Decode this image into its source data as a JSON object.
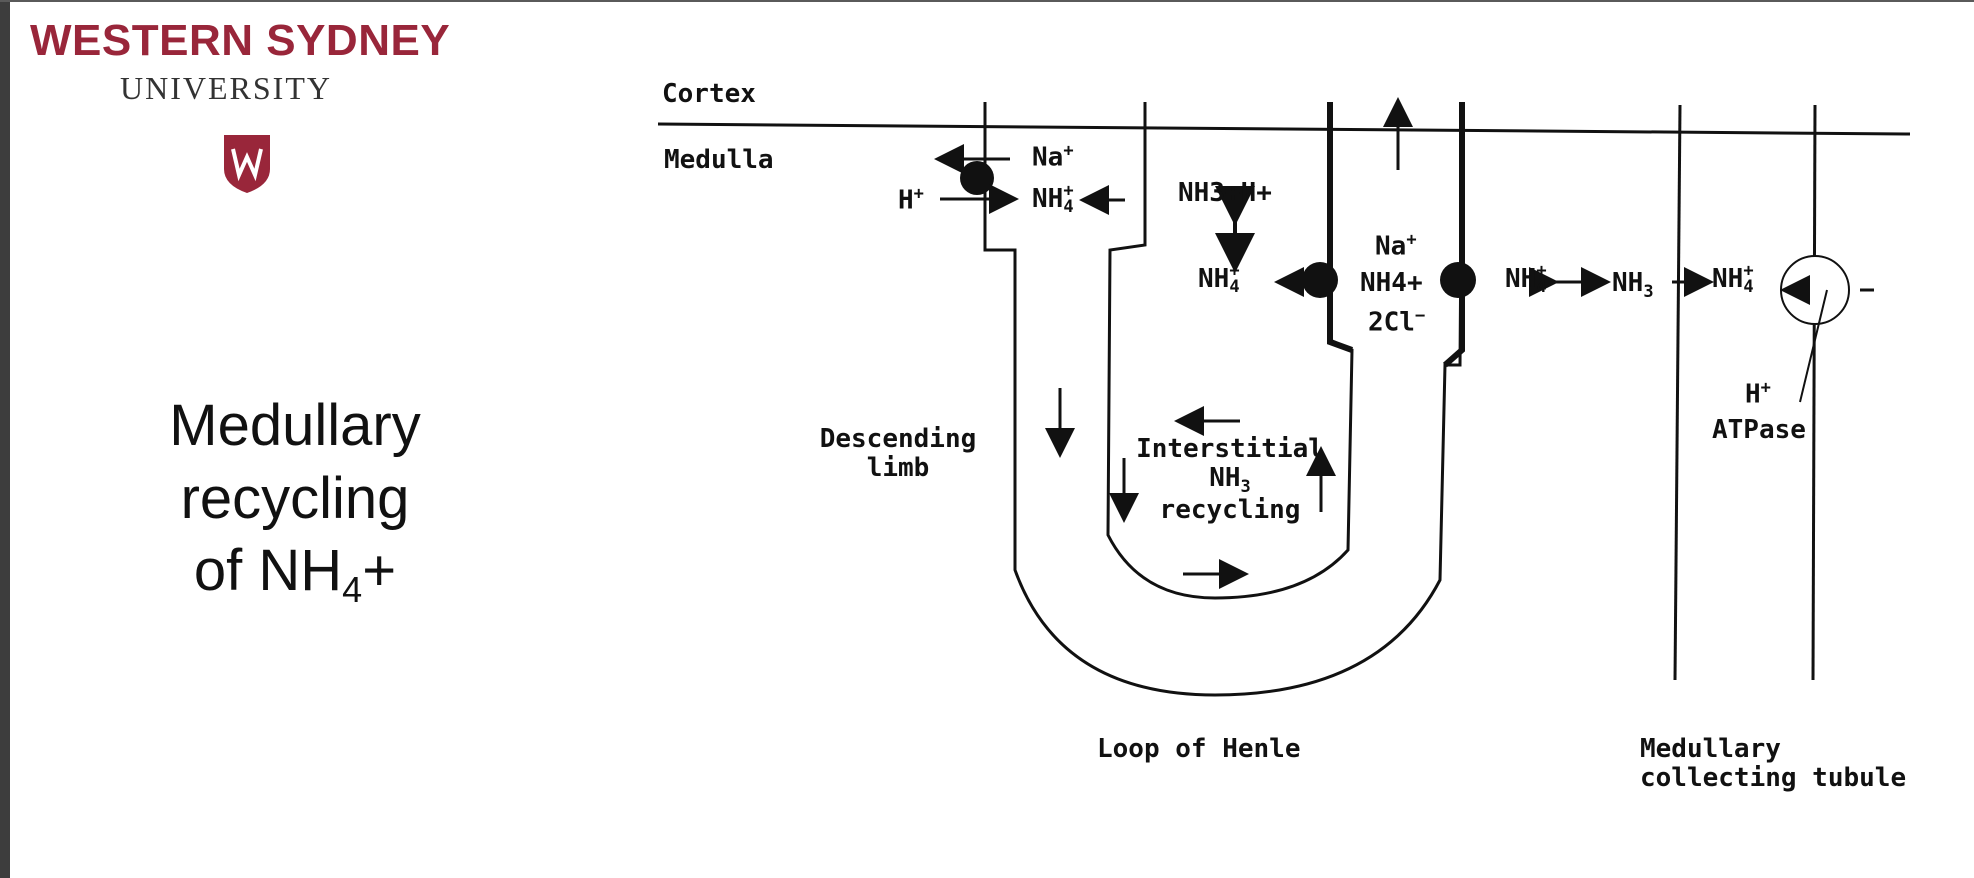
{
  "branding": {
    "logo_text": "WESTERN SYDNEY",
    "logo_subtext": "UNIVERSITY",
    "brand_color": "#99263a",
    "shield_icon": "university-shield-icon"
  },
  "slide": {
    "title_line1": "Medullary",
    "title_line2": "recycling",
    "title_line3_prefix": "of NH",
    "title_line3_sub": "4",
    "title_line3_suffix": "+"
  },
  "diagram": {
    "cortex": "Cortex",
    "medulla": "Medulla",
    "na_plus_top": "Na",
    "h_plus_left": "H",
    "nh4_left": "NH",
    "nh3_h_plus": "NH3+H+",
    "nh4_mid": "NH",
    "na_plus_thick": "Na",
    "nh4_plus_thick": "NH4+",
    "two_cl": "2Cl",
    "nh4_right1": "NH",
    "nh3_right": "NH",
    "nh4_right2": "NH",
    "descending_limb_1": "Descending",
    "descending_limb_2": "limb",
    "interstitial_1": "Interstitial",
    "interstitial_2": "NH",
    "interstitial_3": "recycling",
    "h_plus_atpase_1": "H",
    "h_plus_atpase_2": "ATPase",
    "loop_of_henle": "Loop of Henle",
    "collecting_1": "Medullary",
    "collecting_2": "collecting tubule"
  }
}
